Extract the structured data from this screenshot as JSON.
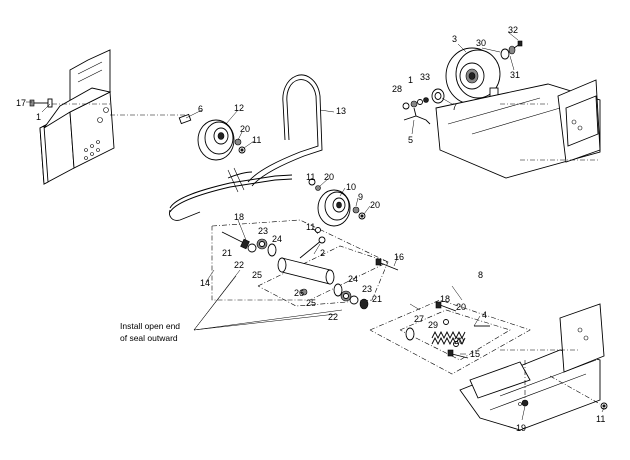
{
  "note": {
    "line1": "Install open end",
    "line2": "of seal outward"
  },
  "callouts": [
    {
      "id": "c1a",
      "text": "1"
    },
    {
      "id": "c1b",
      "text": "1"
    },
    {
      "id": "c2",
      "text": "2"
    },
    {
      "id": "c3",
      "text": "3"
    },
    {
      "id": "c4",
      "text": "4"
    },
    {
      "id": "c5",
      "text": "5"
    },
    {
      "id": "c6",
      "text": "6"
    },
    {
      "id": "c7",
      "text": "7"
    },
    {
      "id": "c8",
      "text": "8"
    },
    {
      "id": "c9",
      "text": "9"
    },
    {
      "id": "c10",
      "text": "10"
    },
    {
      "id": "c11a",
      "text": "11"
    },
    {
      "id": "c11b",
      "text": "11"
    },
    {
      "id": "c11c",
      "text": "11"
    },
    {
      "id": "c11d",
      "text": "11"
    },
    {
      "id": "c12",
      "text": "12"
    },
    {
      "id": "c13",
      "text": "13"
    },
    {
      "id": "c14",
      "text": "14"
    },
    {
      "id": "c15",
      "text": "15"
    },
    {
      "id": "c16",
      "text": "16"
    },
    {
      "id": "c17",
      "text": "17"
    },
    {
      "id": "c18a",
      "text": "18"
    },
    {
      "id": "c18b",
      "text": "18"
    },
    {
      "id": "c19",
      "text": "19"
    },
    {
      "id": "c20a",
      "text": "20"
    },
    {
      "id": "c20b",
      "text": "20"
    },
    {
      "id": "c20c",
      "text": "20"
    },
    {
      "id": "c20d",
      "text": "20"
    },
    {
      "id": "c20e",
      "text": "20"
    },
    {
      "id": "c21a",
      "text": "21"
    },
    {
      "id": "c21b",
      "text": "21"
    },
    {
      "id": "c22a",
      "text": "22"
    },
    {
      "id": "c22b",
      "text": "22"
    },
    {
      "id": "c23a",
      "text": "23"
    },
    {
      "id": "c23b",
      "text": "23"
    },
    {
      "id": "c24a",
      "text": "24"
    },
    {
      "id": "c24b",
      "text": "24"
    },
    {
      "id": "c25a",
      "text": "25"
    },
    {
      "id": "c25b",
      "text": "25"
    },
    {
      "id": "c26",
      "text": "26"
    },
    {
      "id": "c27",
      "text": "27"
    },
    {
      "id": "c28",
      "text": "28"
    },
    {
      "id": "c29",
      "text": "29"
    },
    {
      "id": "c30",
      "text": "30"
    },
    {
      "id": "c31",
      "text": "31"
    },
    {
      "id": "c32",
      "text": "32"
    },
    {
      "id": "c33",
      "text": "33"
    }
  ]
}
